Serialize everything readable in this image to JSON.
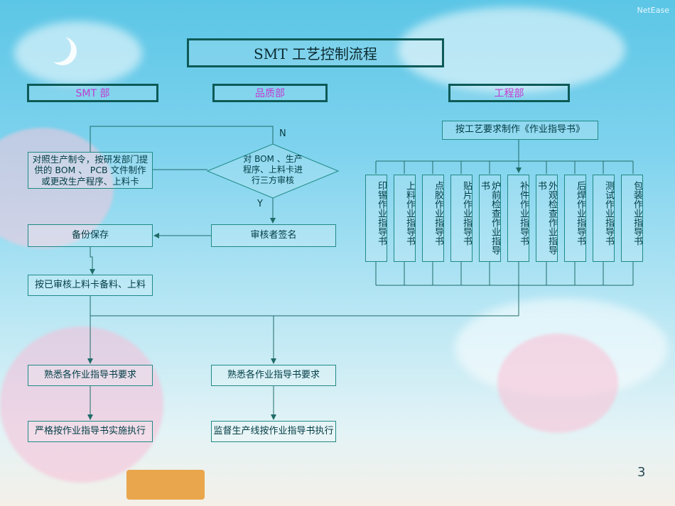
{
  "watermark": "NetEase",
  "title": "SMT 工艺控制流程",
  "departments": {
    "smt": "SMT 部",
    "quality": "品质部",
    "engineering": "工程部"
  },
  "left_flow": {
    "prepare": "对照生产制令，按研发部门提供的 BOM 、 PCB 文件制作或更改生产程序、上料卡",
    "backup": "备份保存",
    "stock": "按已审核上料卡备料、上料",
    "familiar": "熟悉各作业指导书要求",
    "execute": "严格按作业指导书实施执行"
  },
  "quality_flow": {
    "decision": "对 BOM 、生产程序、上料卡进行三方审核",
    "no_label": "N",
    "yes_label": "Y",
    "sign": "审核者签名",
    "familiar": "熟悉各作业指导书要求",
    "supervise": "监督生产线按作业指导书执行"
  },
  "engineering_flow": {
    "make": "按工艺要求制作《作业指导书》",
    "documents": [
      "印锡作业指导书",
      "上料作业指导书",
      "点胶作业指导书",
      "贴片作业指导书",
      "炉前检查作业指导书",
      "补件作业指导书",
      "外观检查作业指导书",
      "后焊作业指导书",
      "测试作业指导书",
      "包装作业指导书"
    ]
  },
  "page_number": "3"
}
